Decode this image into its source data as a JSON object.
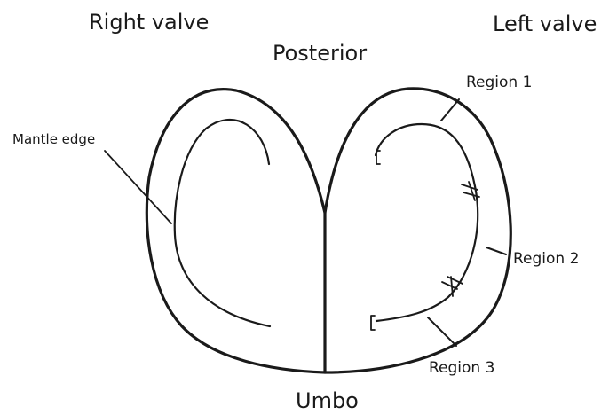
{
  "labels": {
    "right_valve": "Right valve",
    "left_valve": "Left valve",
    "posterior": "Posterior",
    "umbo": "Umbo",
    "mantle_edge": "Mantle edge",
    "region_1": "Region 1",
    "region_2": "Region 2",
    "region_3": "Region 3"
  },
  "colors": {
    "ink": "#1a1a1a",
    "background": "#ffffff"
  }
}
